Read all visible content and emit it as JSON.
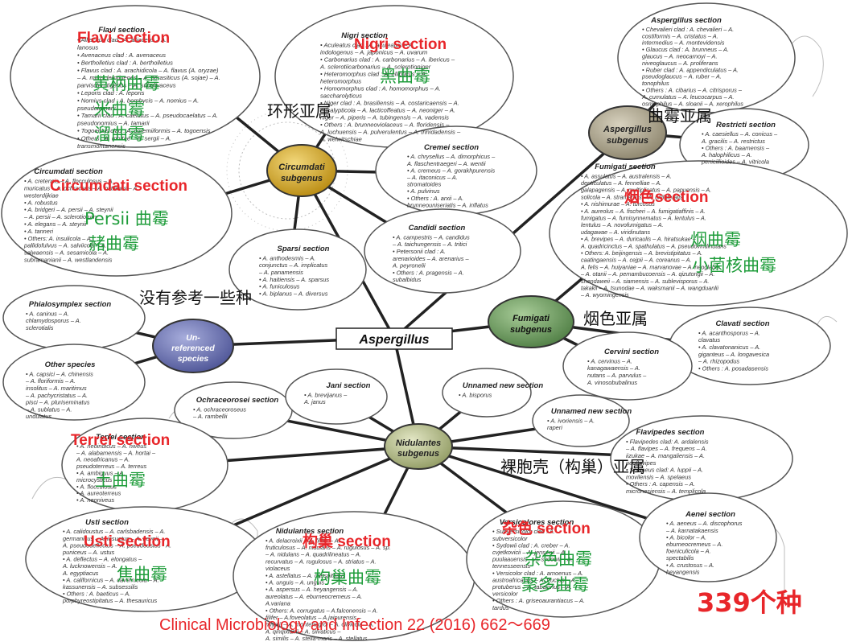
{
  "center": {
    "label": "Aspergillus"
  },
  "subgenera": {
    "circumdati": {
      "l1": "Circumdati",
      "l2": "subgenus"
    },
    "aspergillus": {
      "l1": "Aspergillus",
      "l2": "subgenus"
    },
    "fumigati": {
      "l1": "Fumigati",
      "l2": "subgenus"
    },
    "nidulantes": {
      "l1": "Nidulantes",
      "l2": "subgenus"
    },
    "unref": {
      "l1": "Un-",
      "l2": "referenced",
      "l3": "species"
    }
  },
  "sections": {
    "flavi": {
      "title": "Flavi section",
      "lines": [
        "• Alliaceus clad : A. alliaceus – A.",
        "  lanosus",
        "• Avenaceus clad : A. avenaceus",
        "• Bertholletius clad : A. bertholletius",
        "• Flavus clad : A. arachidicola – A. flavus (A. oryzae)",
        "  – A. minisclerotigenes – A. parasiticus (A. sojae) – A.",
        "  parvisclerotigenus – A. subolivaceus",
        "• Leporis clad : A. leporis",
        "• Nomius clad : A. bombycis – A. nomius – A.",
        "  pseudotamarii",
        "• Tamarii clad : A. caelatus – A. pseudocaelatus – A.",
        "  pseudonomius – A. tamarii",
        "• Togoensis clad : A. coremiiformis – A. togoensis",
        "• Others : A. mottae – A. sergii – A.",
        "  transmontanensis"
      ]
    },
    "nigri": {
      "title": "Nigri section",
      "lines": [
        "• Aculeatus clad : A. aculeatus – A.",
        "  indologenus – A. japonicus – A. uvarum",
        "• Carbonarius clad : A. carbonarius – A. ibericus –",
        "  A. sclerotiicarbonarius – A. sclerotioniger",
        "• Heteromorphus clad : A. ellipticus – A.",
        "  heteromorphus",
        "• Homomorphus clad : A. homomorphus – A.",
        "  saccharolyticus",
        "• Niger clad : A. brasiliensis – A. costaricaensis – A.",
        "  eucalypticola – A. lacticoffeatus – A. neoniger – A.",
        "  niger – A. piperis – A. tubingensis – A. vadensis",
        "• Others : A. brunneoviolaceus – A. floridensis –",
        "  A. luchuensis – A. pulverulentus – A. trinidadensis –",
        "  A. welwitschiae"
      ]
    },
    "aspergillus": {
      "title": "Aspergillus section",
      "lines": [
        "• Chevalieri clad : A. chevalieri – A.",
        "  costiformis – A. cristatus – A.",
        "  intermedius – A. montevidensis",
        "• Glaucus clad : A. brunneus – A.",
        "  glaucus – A. neocarnoyi – A.",
        "  niveoglaucus – A. proliferans",
        "• Ruber clad : A. appendiculatus – A.",
        "  pseudoglaucus – A. ruber – A.",
        "  tonophilus",
        "• Others : A. cibarius – A. citrisporus –",
        "  A. cumulatus – A. leucocarpus – A.",
        "  osmophilus – A. sloanii – A. xerophilus"
      ]
    },
    "cremei": {
      "title": "Cremei section",
      "lines": [
        "• A. chrysellus – A. dimorphicus –",
        "  A. flaschentraegeri – A. wentii",
        "• A. cremeus – A. gorakhpurensis",
        "  – A. itaconicus – A.",
        "  stromatoides",
        "• A. pulvinus",
        "• Others : A. arxii – A.",
        "  brunneouniseriatis – A. inflatus"
      ]
    },
    "restricti": {
      "title": "Restricti section",
      "lines": [
        "• A. caesiellus – A. conicus –",
        "  A. gracilis – A. restrictus",
        "• Others : A. baarnensis –",
        "  A. halophilicus – A.",
        "  penicillioides – A. vitricola"
      ]
    },
    "circumdati": {
      "title": "Circumdati section",
      "lines": [
        "• A. cretensis – A. flocculosus – A.",
        "  muricatus – A. ochraceus – A. ostianus – A.",
        "  westerdijkiae",
        "• A. robustus",
        "• A. bridgeri – A. persii – A. steynii",
        "  – A. persii – A. sclerotiorum",
        "• A. elegans – A. steynii",
        "• A. tanneri",
        "• Others: A. insulicola – A.",
        "  pallidofulvus – A. salviicola – A.",
        "  salwaensis – A. sesamicola – A.",
        "  subramanianii – A. westlandensis"
      ]
    },
    "candidi": {
      "title": "Candidi section",
      "lines": [
        "• A. campestris – A. candidus",
        "  – A. taichungensis – A. tritici",
        "• Petersonii clad : A.",
        "  arenarioides – A. arenarius –",
        "  A. peyronelii",
        "• Others : A. pragensis – A.",
        "  subalbidus"
      ]
    },
    "sparsi": {
      "title": "Sparsi section",
      "lines": [
        "• A. anthodesmis – A.",
        "  conjunctus – A. implicatus",
        "  – A. panamensis",
        "• A. haitiensis – A. sparsus",
        "• A. funiculosus",
        "• A. biplanus – A. diversus"
      ]
    },
    "fumigati": {
      "title": "Fumigati section",
      "lines": [
        "• A. assulatus – A. australensis – A.",
        "  denticulatus – A. fennelliae – A.",
        "  galapagensis – A. multiplicatus – A. papuensis – A.",
        "  solicola – A. stramenius – A. unilateralis",
        "• A. nishimurae – A. turcosus",
        "• A. aureolus – A. fischeri – A. fumigatiaffinis – A.",
        "  fumigatus – A. fumisynnematus – A. lentulus – A.",
        "  lentulus – A. novofumigatus – A.",
        "  udagawae – A. viridinutans",
        "• A. brevipes – A. duricaulis – A. hiratsukae –",
        "  A. quadricinctus – A. spathulatus – A. pseudoviridinutans",
        "• Others: A. beijingensis – A. brevistipitatus – A.",
        "  caatingaensis – A. cejpii – A. coreanus – A.",
        "  A. felis – A. huiyaniae – A. marvanovae – A. neoglaber",
        "  – A. otanii – A. pernambucoensis – A. qizutongii – A.",
        "  shendaweii – A. siamensis – A. sublevisporus – A.",
        "  takakii – A. tsunodae – A. waksmanii – A. wangduanlii",
        "  – A. wyomingensis"
      ]
    },
    "phialosymplex": {
      "title": "Phialosymplex section",
      "lines": [
        "• A. caninus – A.",
        "  chlamydosporus – A.",
        "  sclerotialis"
      ]
    },
    "other": {
      "title": "Other species",
      "lines": [
        "• A. capsici – A. chinensis",
        "  – A. floriformis – A.",
        "  insolitus – A. maritimus",
        "  – A. pachycristatus – A.",
        "  pisci – A. pluriseminatus",
        "  – A. sublatus – A.",
        "  undulatus"
      ]
    },
    "clavati": {
      "title": "Clavati section",
      "lines": [
        "• A. acanthosporus – A.",
        "  clavatus",
        "• A. clavatonanicus – A.",
        "  giganteus – A. longavesica",
        "  – A. rhizopodus",
        "• Others : A. posadasensis"
      ]
    },
    "cervini": {
      "title": "Cervini section",
      "lines": [
        "• A. cervinus – A.",
        "  kanagawaensis – A.",
        "  nutans – A. parvulus –",
        "  A. vinosobubalinus"
      ]
    },
    "ochraceorosei": {
      "title": "Ochraceorosei section",
      "lines": [
        "• A. ochraceoroseus",
        "  – A. rambellii"
      ]
    },
    "jani": {
      "title": "Jani section",
      "lines": [
        "• A. brevijanus –",
        "  A. janus"
      ]
    },
    "unnamed1": {
      "title": "Unnamed new section",
      "lines": [
        "• A. bisporus"
      ]
    },
    "unnamed2": {
      "title": "Unnamed new section",
      "lines": [
        "• A. ivoriensis – A.",
        "  raperi"
      ]
    },
    "flavipedes": {
      "title": "Flavipedes section",
      "lines": [
        "• Flavipedes clad: A. ardalensis",
        "  – A. flavipes – A. frequens – A.",
        "  iizukae – A. mangaliensis – A.",
        "  neoflavipes",
        "• Spelaeus clad: A. luppii – A.",
        "  movilensis – A. spelaeus",
        "• Others : A. capensis – A.",
        "  micronesiensis – A. templicola"
      ]
    },
    "terrei": {
      "title": "Terrei section",
      "lines": [
        "• A. neoindicus – A. niveus",
        "  – A. alabamensis – A. hortai –",
        "  A. neoafricanus – A.",
        "  pseudoterreus – A. terreus",
        "• A. ambiguus – A.",
        "  microcysticus",
        "• A. flocculosus",
        "• A. aureoterreus",
        "• A. neoniveus"
      ]
    },
    "usti": {
      "title": "Usti section",
      "lines": [
        "• A. calidoustus – A. carlsbadensis – A.",
        "  germanicus – A. insuetus – A. keveii –",
        "  A. pseudodeflectus – A. pseudoustus - A.",
        "  puniceus – A. ustus",
        "• A. deflectus – A. elongatus –",
        "  A. lucknowensis – A.",
        "  A. egyptiacus",
        "• A. californicus – A. cavernicola – A.",
        "  kassunensis – A. subsessilis",
        "• Others : A. baeticus – A.",
        "  porphyreostipitatus – A. thesauricus"
      ]
    },
    "nidulantes": {
      "title": "Nidulantes section",
      "lines": [
        "• A. delacroixii – A. filifer – A.",
        "  fruticulosus – A. nidulans – A. rugulosus – A. sp.",
        "  – A. nidulans – A. quadrilineatus – A.",
        "  recurvatus – A. rugulosus – A. striatus – A.",
        "  violaceus",
        "• A. astellatus – A. caespitosus",
        "• A. unguis – A. unguis",
        "• A. aspersus – A. heyangensis – A.",
        "  aureolatus – A. eburneocremeus – A.",
        "  A.variana",
        "• Others: A. corrugatus – A.falconensis – A.",
        "  filifer – A.foveolatus – A.jaipurensis –",
        "  miyajii – A. montenegroi – A. olivicola – A.",
        "  A. qinqixianii – A. silvaticus –",
        "  A. similis – A. stella-maris – A. stellatus"
      ]
    },
    "versicolores": {
      "title": "Versicolores section",
      "lines": [
        "• Subversicolor clad : A.",
        "  subversicolor",
        "• Sydowii clad : A. creber – A.",
        "  cvjetkovicii – A. jensenii – A.",
        "  puulaauensis – A. sydowii – A.",
        "  tennesseensis",
        "• Versicolor clad : A. amoenus – A.",
        "  austroafricanus – A. fructus – A.",
        "  protuberus – A. tabacinus – A.",
        "  versicolor",
        "• Others : A. griseoaurantiacus – A.",
        "  tardus"
      ]
    },
    "aenei": {
      "title": "Aenei section",
      "lines": [
        "• A. aeneus – A. discophorus",
        "  – A. karnatakaensis",
        "• A. bicolor – A.",
        "  eburneocremeus – A.",
        "  foeniculicola – A.",
        "  spectabilis",
        "• A. crustosus – A.",
        "  heyangensis"
      ]
    }
  },
  "overlays": {
    "flavi_red": "Flavi  section",
    "flavi_g1": "黄柄曲霉",
    "flavi_g2": "米曲霉",
    "flavi_g3": "溜曲霉",
    "nigri_red": "Nigri  section",
    "nigri_g": "黑曲霉",
    "circ_sub": "环形亚属",
    "asp_sub": "曲霉亚属",
    "circ_red": "Circumdati section",
    "circ_g1": "Persii 曲霉",
    "circ_g2": "赭曲霉",
    "unref": "没有参考一些种",
    "fumi_red": "烟色section",
    "fumi_g1": "烟曲霉",
    "fumi_g2": "小菌核曲霉",
    "fumi_sub": "烟色亚属",
    "terrei_red": "Terrei section",
    "terrei_g": "土曲霉",
    "nid_sub": "裸胞壳（构巢）亚属",
    "usti_red": "Usti section",
    "usti_g": "焦曲霉",
    "nid_red": "构巢 section",
    "nid_g": "构巢曲霉",
    "vers_red": "杂色 section",
    "vers_g1": "杂色曲霉",
    "vers_g2": "聚多曲霉",
    "count": "339个种",
    "citation": "Clinical Microbiology and Infection 22 (2016) 662～669"
  },
  "colors": {
    "red": "#e8262a",
    "green": "#1e9c3a",
    "circumdati_fill": "#d4a017",
    "aspergillus_fill": "#a8a08a",
    "fumigati_fill": "#6a9a5c",
    "nidulantes_fill": "#b7c08c",
    "unref_fill": "#6d74b5"
  }
}
